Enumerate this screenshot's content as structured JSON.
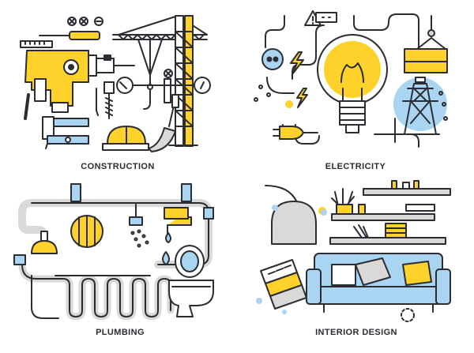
{
  "panels": [
    {
      "id": "construction",
      "label": "CONSTRUCTION"
    },
    {
      "id": "electricity",
      "label": "ELECTRICITY"
    },
    {
      "id": "plumbing",
      "label": "PLUMBING"
    },
    {
      "id": "interior",
      "label": "INTERIOR DESIGN"
    }
  ],
  "colors": {
    "outline": "#2b2d33",
    "yellow": "#ffd12b",
    "blue": "#a9d5f3",
    "gray": "#d9d9d9",
    "white": "#ffffff"
  }
}
